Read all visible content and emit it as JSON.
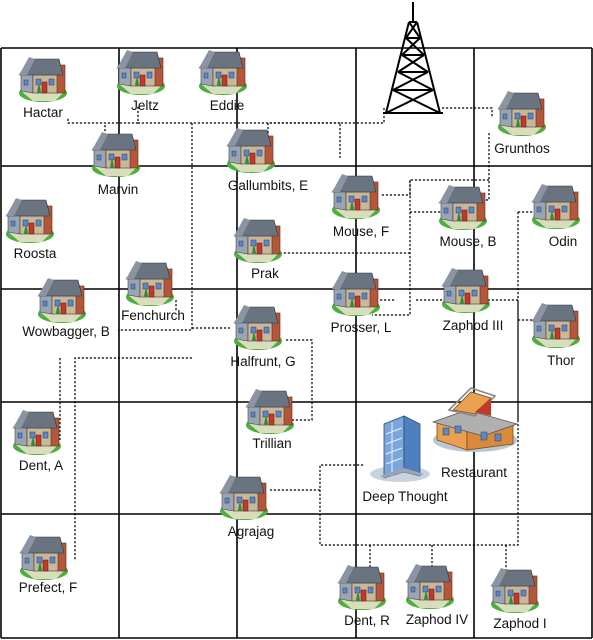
{
  "houses": [
    {
      "id": "hactar",
      "label": "Hactar"
    },
    {
      "id": "jeltz",
      "label": "Jeltz"
    },
    {
      "id": "eddie",
      "label": "Eddie"
    },
    {
      "id": "grunthos",
      "label": "Grunthos"
    },
    {
      "id": "marvin",
      "label": "Marvin"
    },
    {
      "id": "gallumbits",
      "label": "Gallumbits, E"
    },
    {
      "id": "mouse-f",
      "label": "Mouse, F"
    },
    {
      "id": "mouse-b",
      "label": "Mouse, B"
    },
    {
      "id": "odin",
      "label": "Odin"
    },
    {
      "id": "roosta",
      "label": "Roosta"
    },
    {
      "id": "prak",
      "label": "Prak"
    },
    {
      "id": "fenchurch",
      "label": "Fenchurch"
    },
    {
      "id": "wowbagger",
      "label": "Wowbagger, B"
    },
    {
      "id": "prosser",
      "label": "Prosser, L"
    },
    {
      "id": "zaphod-3",
      "label": "Zaphod III"
    },
    {
      "id": "halfrunt",
      "label": "Halfrunt, G"
    },
    {
      "id": "thor",
      "label": "Thor"
    },
    {
      "id": "trillian",
      "label": "Trillian"
    },
    {
      "id": "dent-a",
      "label": "Dent, A"
    },
    {
      "id": "agrajag",
      "label": "Agrajag"
    },
    {
      "id": "prefect",
      "label": "Prefect, F"
    },
    {
      "id": "dent-r",
      "label": "Dent, R"
    },
    {
      "id": "zaphod-4",
      "label": "Zaphod IV"
    },
    {
      "id": "zaphod-1",
      "label": "Zaphod I"
    }
  ],
  "restaurant": {
    "label": "Restaurant"
  },
  "deep_thought": {
    "label": "Deep Thought"
  },
  "colors": {
    "grid": "#000000",
    "roof": "#6a7380",
    "house_wall": "#c9b79a",
    "window": "#5f86c4",
    "lawn": "#4caf3e",
    "chimney": "#b5563a",
    "tower": "#000000",
    "office_glass": "#7aa6da",
    "restaurant_wall": "#e9a050",
    "restaurant_roof": "#b0b0b0"
  }
}
